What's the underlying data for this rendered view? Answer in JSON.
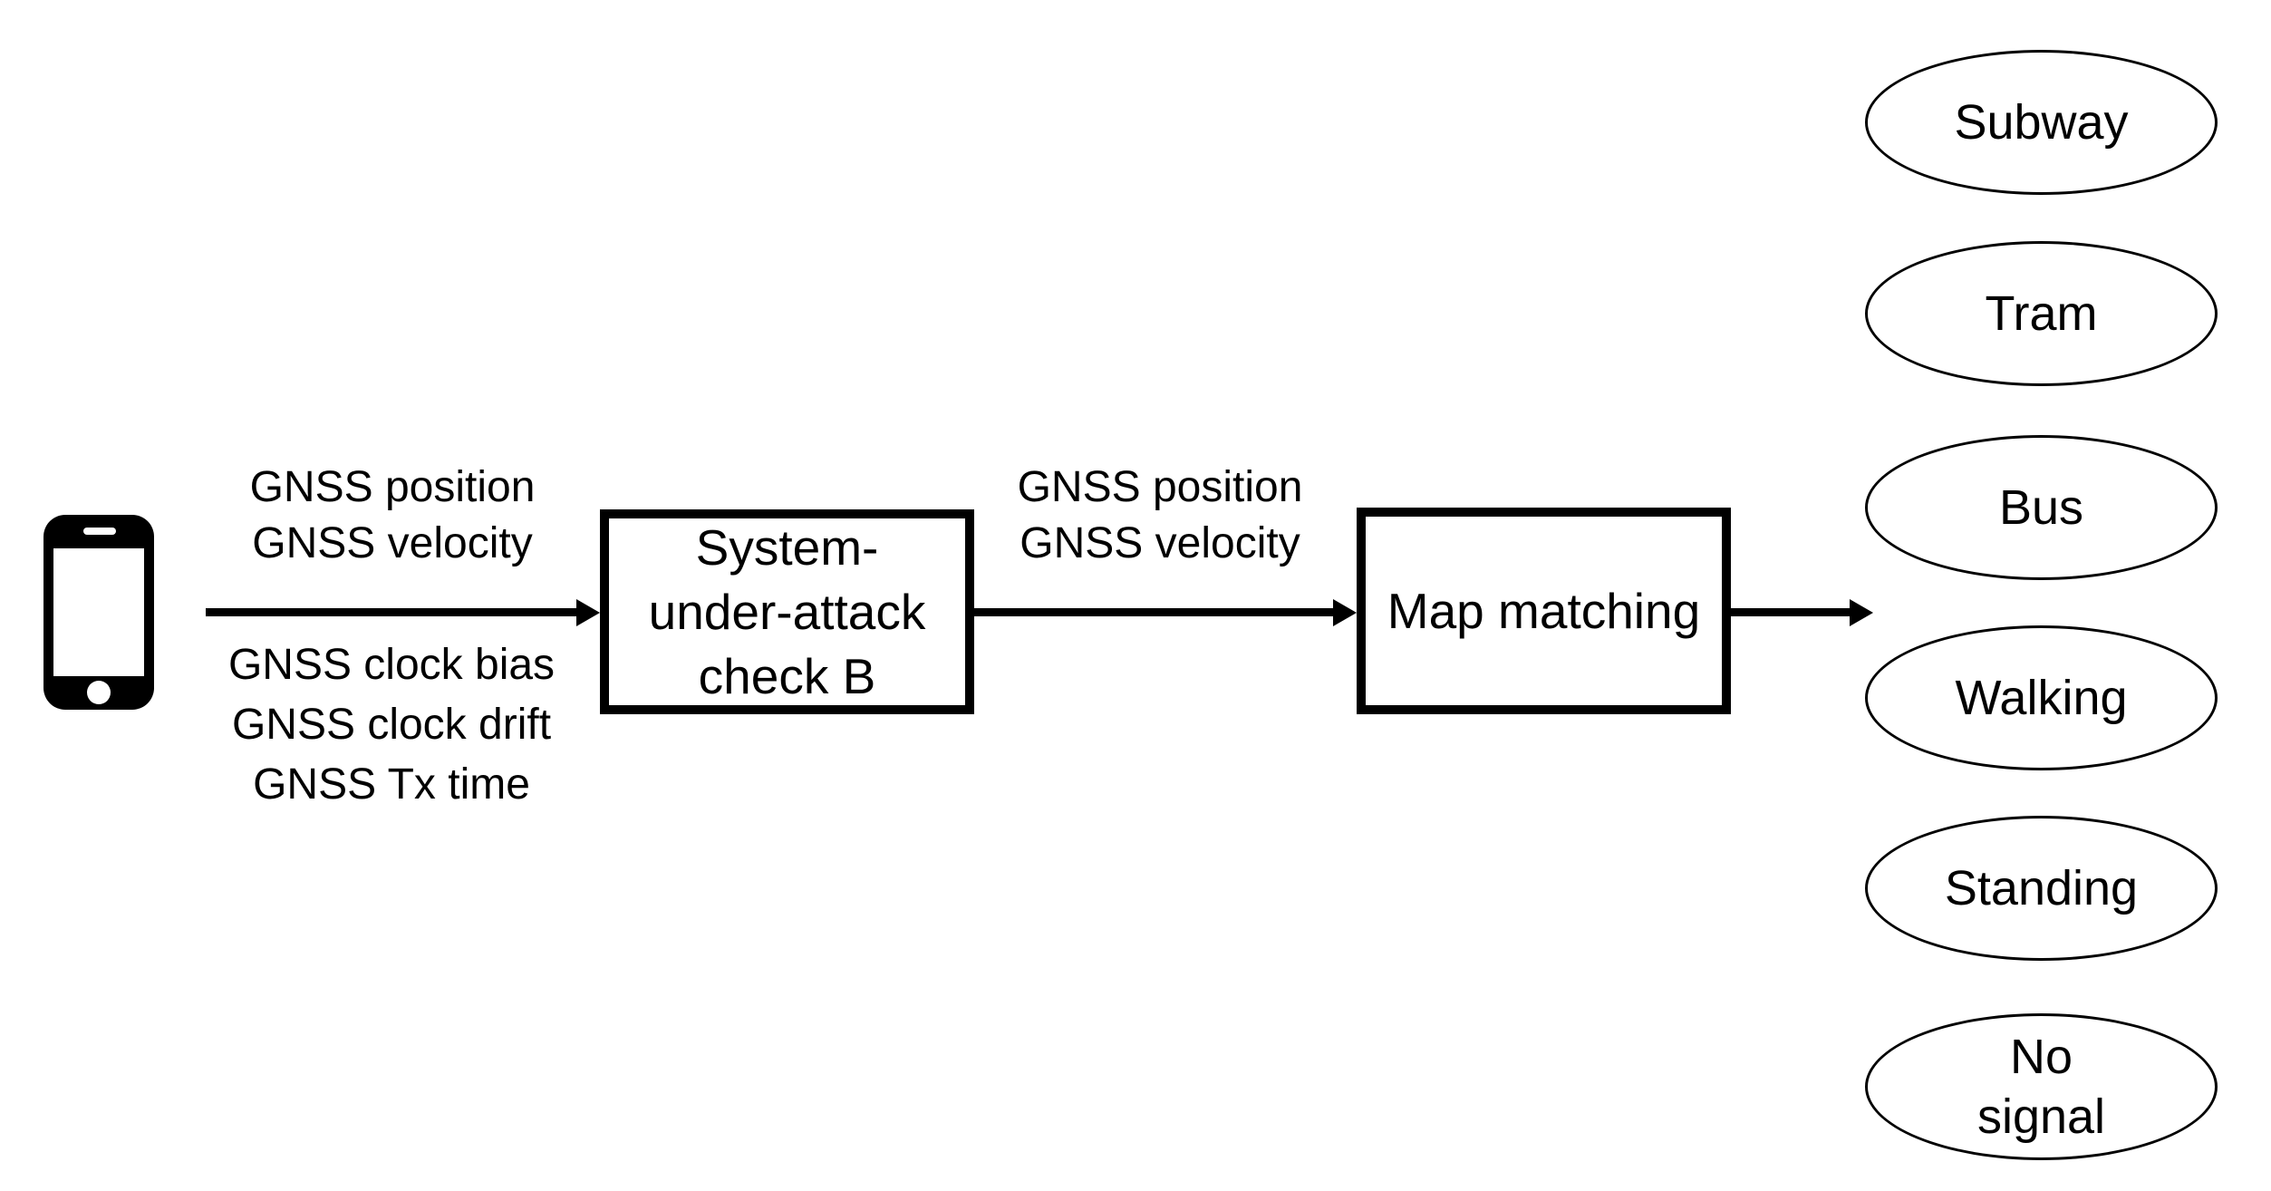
{
  "colors": {
    "ink": "#000000",
    "background": "#ffffff"
  },
  "icons": {
    "source_device": "phone-icon"
  },
  "edges": {
    "phone_to_check": {
      "label_above": "GNSS position\nGNSS velocity",
      "label_below": "GNSS clock bias\nGNSS clock drift\nGNSS Tx time"
    },
    "check_to_map": {
      "label_above": "GNSS position\nGNSS velocity"
    }
  },
  "nodes": {
    "check": {
      "label": "System-\nunder-attack\ncheck B"
    },
    "map_matching": {
      "label": "Map matching"
    }
  },
  "outputs": [
    "Subway",
    "Tram",
    "Bus",
    "Walking",
    "Standing",
    "No\nsignal"
  ]
}
